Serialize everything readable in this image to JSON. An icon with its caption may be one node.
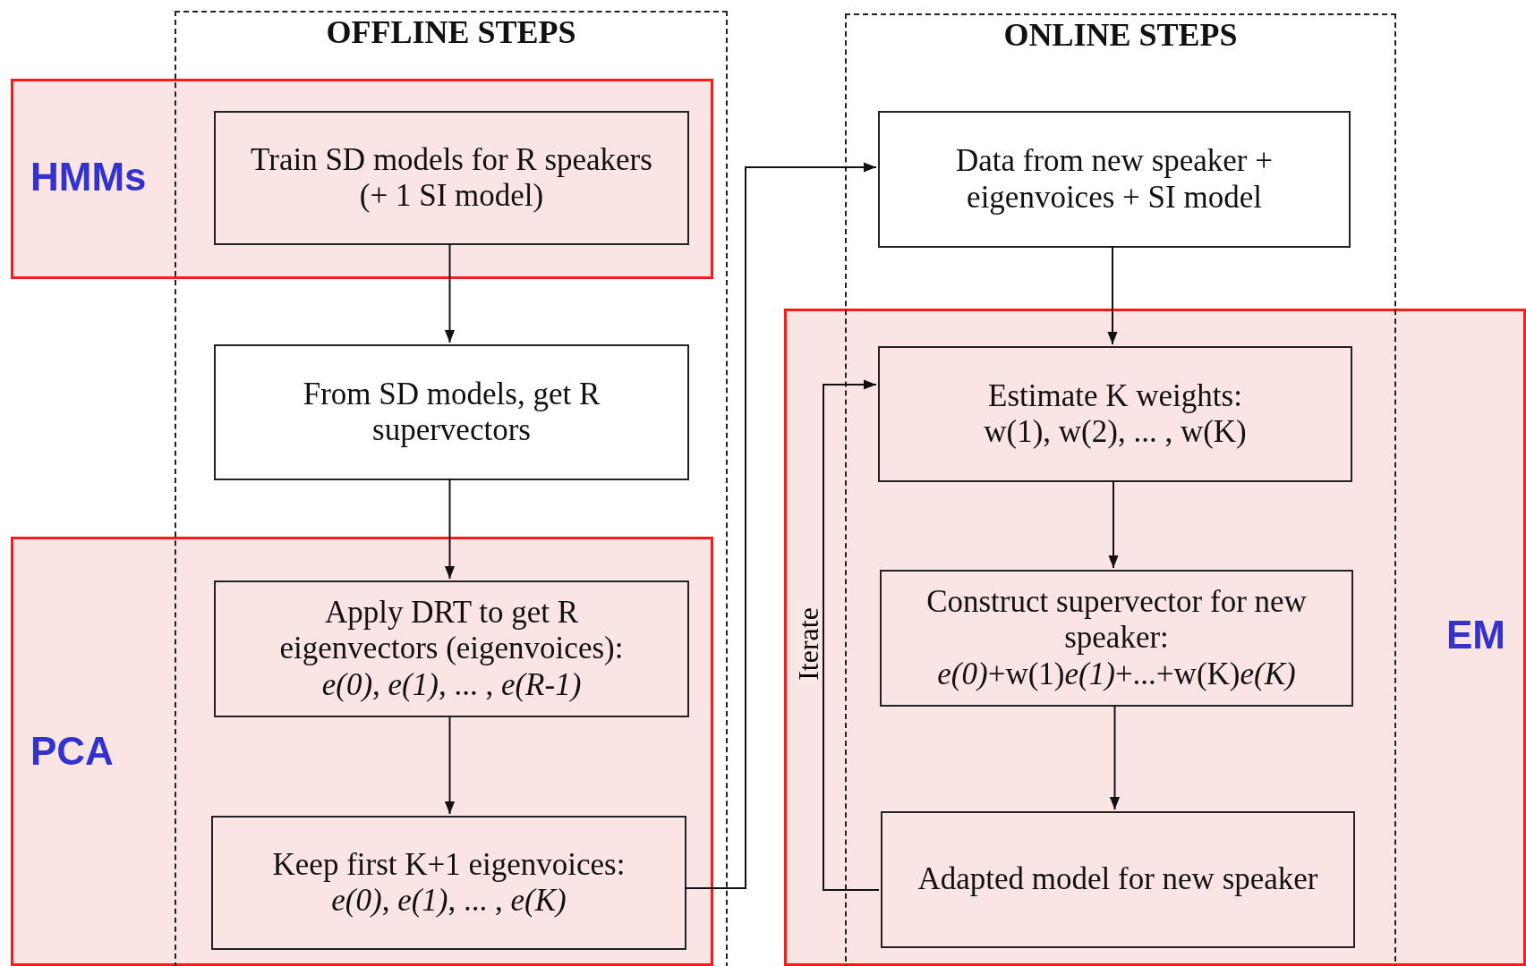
{
  "diagram": {
    "nodes": [
      {
        "text": [
          "OFFLINE STEPS"
        ]
      },
      {
        "text": [
          "Train SD models for R speakers (+ 1 SI model)"
        ],
        "in": 0
      },
      {
        "text": [
          "From SD models, get R supervectors"
        ],
        "in": 0
      },
      {
        "text": [
          "Apply DRT to get R eigenvectors (eigenvoices):",
          "*e(0)*, *e(1)*, ... , *e(R-1)*"
        ],
        "in": 0
      },
      {
        "text": [
          "Keep first K+1 eigenvoices:",
          "*e(0)*, *e(1)*, ... , *e(K)*"
        ],
        "in": 0
      },
      {
        "text": [
          "ONLINE STEPS"
        ]
      },
      {
        "text": [
          "Data from new speaker + eigenvoices + SI model"
        ],
        "in": 5
      },
      {
        "text": [
          "Estimate K weights:",
          "w(1), w(2), ... , w(K)"
        ],
        "in": 5
      },
      {
        "text": [
          "Construct supervector for new speaker:",
          "*e(0)*+w(1)*e(1)*+...+w(K)*e(K)*"
        ],
        "in": 5
      },
      {
        "text": [
          "Adapted model for new speaker"
        ],
        "in": 5
      }
    ],
    "edges": [
      {
        "from": 1,
        "to": 2,
        "arrow": "to"
      },
      {
        "from": 2,
        "to": 3,
        "arrow": "to"
      },
      {
        "from": 3,
        "to": 4,
        "arrow": "to"
      },
      {
        "from": 4,
        "to": 6,
        "arrow": "to"
      },
      {
        "from": 6,
        "to": 7,
        "arrow": "to"
      },
      {
        "from": 7,
        "to": 8,
        "arrow": "to"
      },
      {
        "from": 8,
        "to": 9,
        "arrow": "to"
      },
      {
        "from": 9,
        "to": 7,
        "arrow": "to",
        "label": "Iterate"
      }
    ],
    "labels": [
      "HMMs",
      "EM",
      "PCA"
    ]
  }
}
